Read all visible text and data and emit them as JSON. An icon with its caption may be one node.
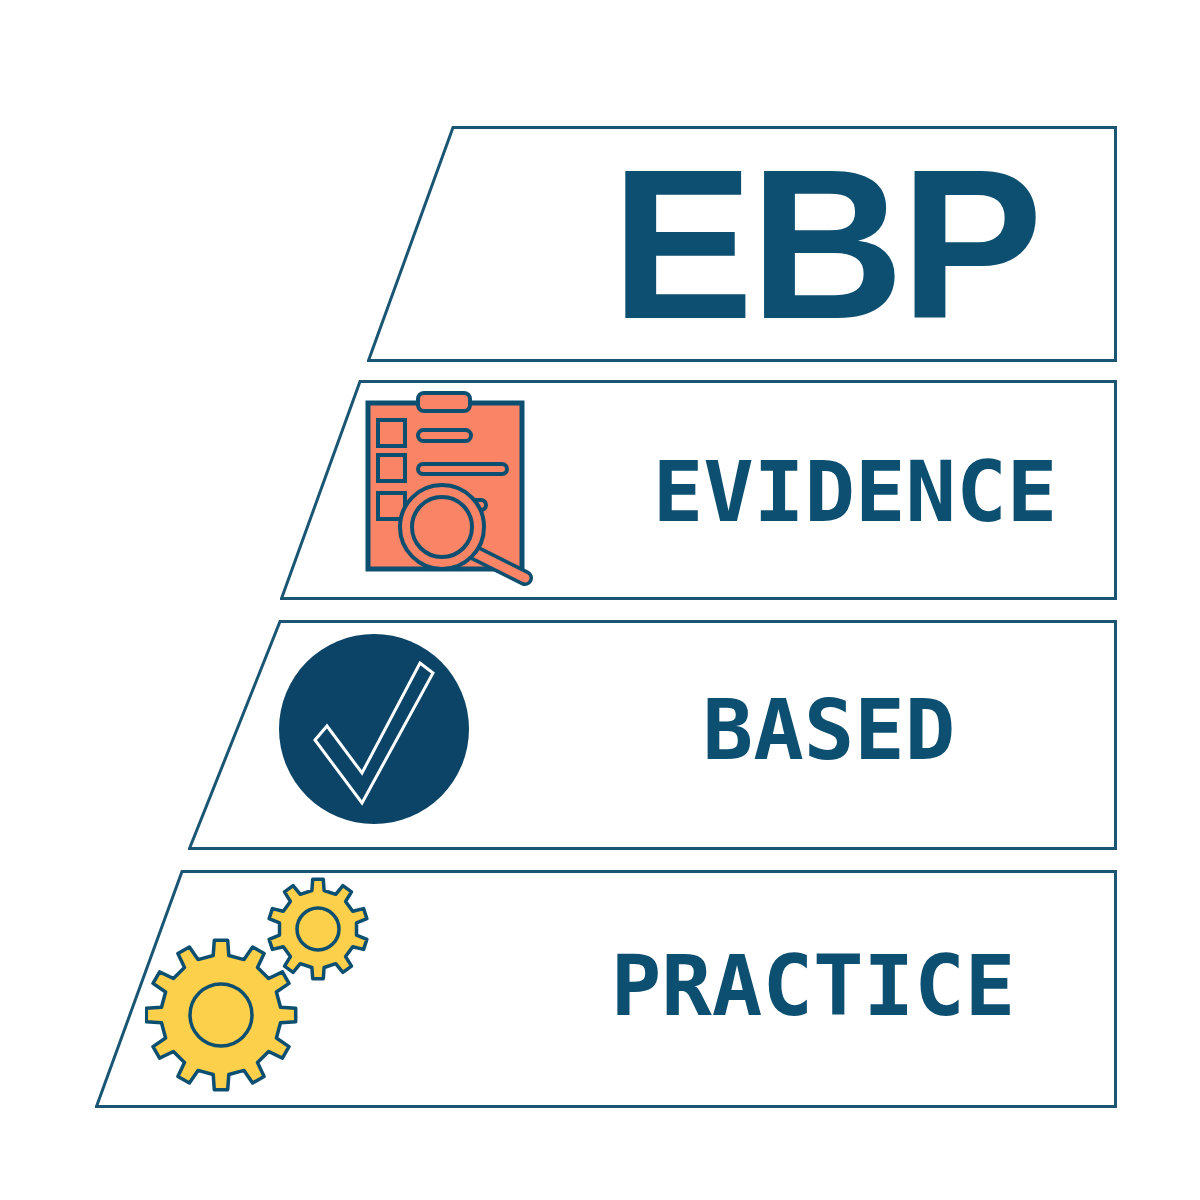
{
  "diagram": {
    "nodes": [
      {
        "text": [
          "EBP"
        ]
      },
      {
        "text": [
          "EVIDENCE"
        ]
      },
      {
        "text": [
          "BASED"
        ]
      },
      {
        "text": [
          "PRACTICE"
        ]
      }
    ]
  }
}
